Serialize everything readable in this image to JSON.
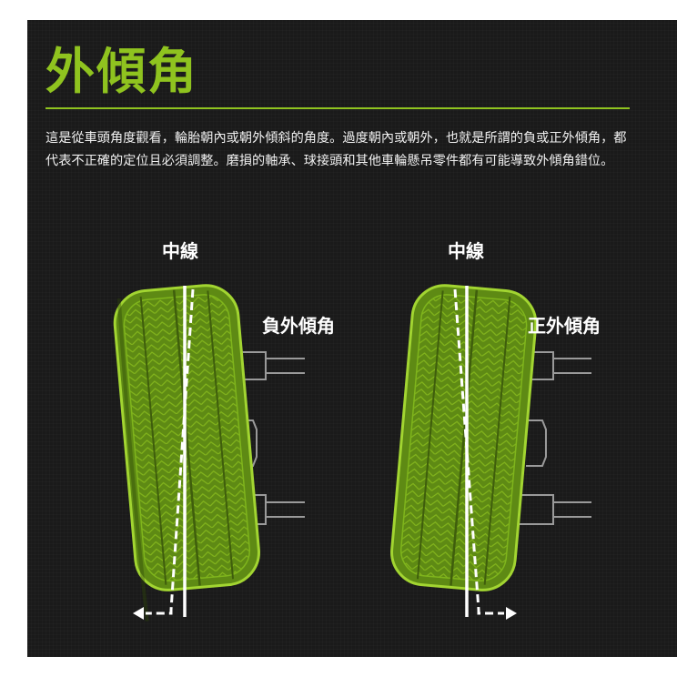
{
  "title": "外傾角",
  "description": "這是從車頭角度觀看，輪胎朝內或朝外傾斜的角度。過度朝內或朝外，也就是所謂的負或正外傾角，都代表不正確的定位且必須調整。磨損的軸承、球接頭和其他車輪懸吊零件都有可能導致外傾角錯位。",
  "left_diagram": {
    "centerline_label": "中線",
    "angle_label": "負外傾角"
  },
  "right_diagram": {
    "centerline_label": "中線",
    "angle_label": "正外傾角"
  },
  "colors": {
    "accent": "#8fc31f",
    "tire_fill": "#5e8a14",
    "background": "#1a1a1a"
  }
}
